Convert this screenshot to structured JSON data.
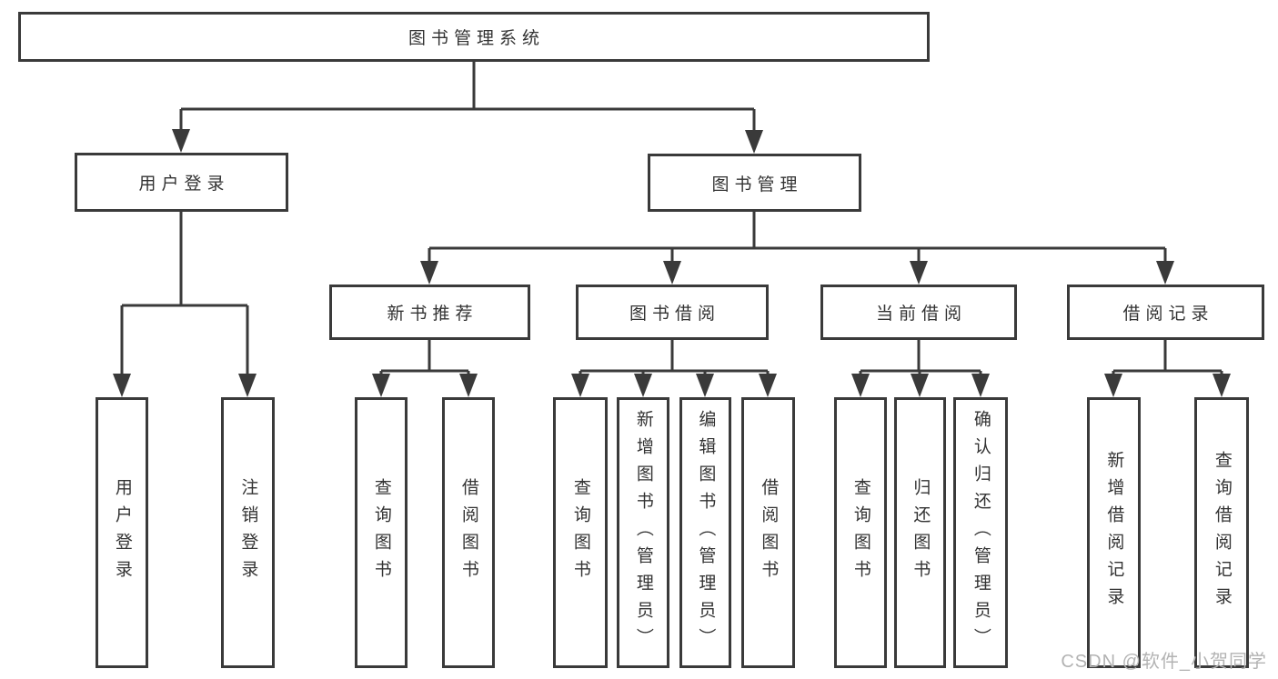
{
  "root": {
    "label": "图书管理系统"
  },
  "branches": {
    "user": {
      "label": "用户登录"
    },
    "book": {
      "label": "图书管理"
    }
  },
  "modules": [
    {
      "label": "新书推荐"
    },
    {
      "label": "图书借阅"
    },
    {
      "label": "当前借阅"
    },
    {
      "label": "借阅记录"
    }
  ],
  "functions": {
    "user": [
      "用户登录",
      "注销登录"
    ],
    "newBooks": [
      "查询图书",
      "借阅图书"
    ],
    "borrow": [
      "查询图书",
      "新增图书（管理员）",
      "编辑图书（管理员）",
      "借阅图书"
    ],
    "current": [
      "查询图书",
      "归还图书",
      "确认归还（管理员）"
    ],
    "records": [
      "新增借阅记录",
      "查询借阅记录"
    ]
  },
  "watermark": {
    "text": "CSDN @软件_小贺同学"
  },
  "colors": {
    "line": "#3a3a3a",
    "text": "#333333",
    "watermark": "#b3b3b3",
    "bg": "#ffffff"
  }
}
